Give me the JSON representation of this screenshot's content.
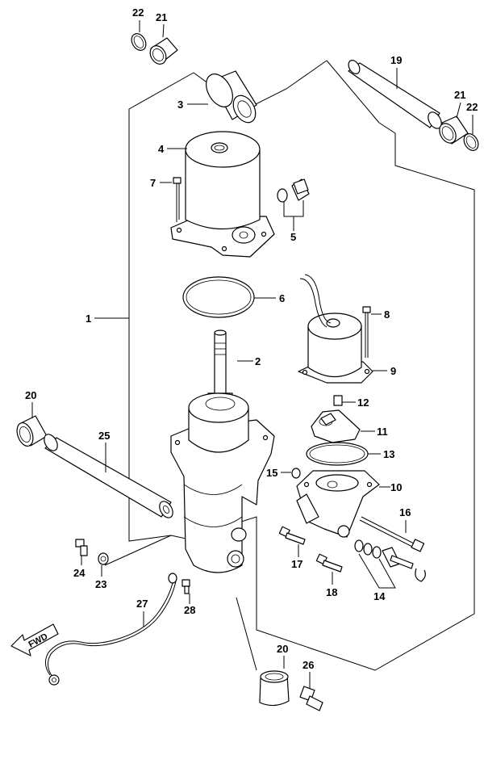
{
  "labels": {
    "l1": "1",
    "l2": "2",
    "l3": "3",
    "l4": "4",
    "l5": "5",
    "l6": "6",
    "l7": "7",
    "l8": "8",
    "l9": "9",
    "l10": "10",
    "l11": "11",
    "l12": "12",
    "l13": "13",
    "l14": "14",
    "l15": "15",
    "l16": "16",
    "l17": "17",
    "l18": "18",
    "l19": "19",
    "l20a": "20",
    "l20b": "20",
    "l21a": "21",
    "l21b": "21",
    "l22a": "22",
    "l22b": "22",
    "l23": "23",
    "l24": "24",
    "l25": "25",
    "l26": "26",
    "l27": "27",
    "l28": "28"
  },
  "fwd": "FWD"
}
